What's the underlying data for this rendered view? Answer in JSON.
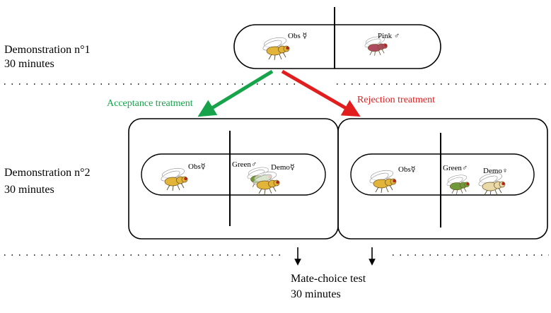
{
  "demo1": {
    "title": "Demonstration n°1",
    "duration": "30 minutes",
    "left_label": "Obs ☿",
    "right_label": "Pink ♂"
  },
  "acceptance_label": "Acceptance treatment",
  "rejection_label": "Rejection treatment",
  "demo2": {
    "title": "Demonstration n°2",
    "duration": "30 minutes",
    "acceptance": {
      "obs_label": "Obs☿",
      "male_label": "Green♂",
      "demo_label": "Demo☿"
    },
    "rejection": {
      "obs_label": "Obs☿",
      "male_label": "Green♂",
      "demo_label": "Demo♀"
    }
  },
  "test": {
    "title": "Mate-choice test",
    "duration": "30 minutes"
  },
  "colors": {
    "acceptance": "#16a34a",
    "rejection": "#e11d1d",
    "fly_yellow": "#e2b43a",
    "fly_pink": "#b04a5e",
    "fly_green": "#6f9a3a",
    "fly_pale": "#e9d9a8"
  }
}
